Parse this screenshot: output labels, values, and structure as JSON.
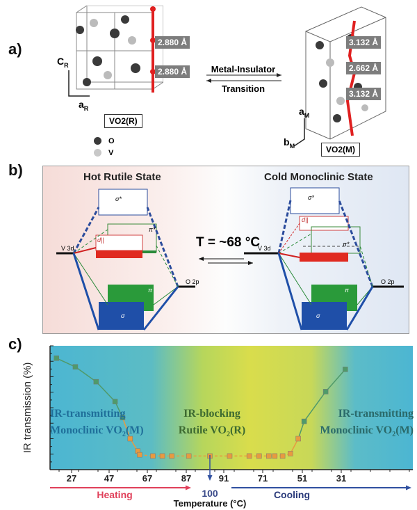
{
  "panel_a": {
    "label": "a)",
    "rutile": {
      "axis_c": "C",
      "axis_c_sub": "R",
      "axis_a": "a",
      "axis_a_sub": "R",
      "name": "VO2(R)",
      "distances": [
        "2.880 Å",
        "2.880 Å"
      ]
    },
    "transition": {
      "line1": "Metal-Insulator",
      "line2": "Transition"
    },
    "monoclinic": {
      "axis_a": "a",
      "axis_a_sub": "M",
      "axis_b": "b",
      "axis_b_sub": "M",
      "name": "VO2(M)",
      "distances": [
        "3.132 Å",
        "2.662 Å",
        "3.132 Å"
      ]
    },
    "legend": [
      {
        "label": "O",
        "color": "#3a3a3a"
      },
      {
        "label": "V",
        "color": "#c8c8c8"
      }
    ]
  },
  "panel_b": {
    "label": "b)",
    "hot_title": "Hot Rutile State",
    "cold_title": "Cold Monoclinic State",
    "transition": "T = ~68 °C",
    "orbitals": {
      "sigma_star": "σ*",
      "pi_star": "π*",
      "d_par": "d||",
      "pi": "π",
      "sigma": "σ",
      "v3d": "V 3d",
      "o2p": "O 2p"
    }
  },
  "panel_c": {
    "label": "c)",
    "annotations": {
      "left_1": "IR-transmitting",
      "left_2": "Monoclinic VO",
      "left_sub": "2",
      "left_3": "(M)",
      "mid_1": "IR-blocking",
      "mid_2": "Rutile VO",
      "mid_sub": "2",
      "mid_3": "(R)",
      "right_1": "IR-transmitting",
      "right_2": "Monoclinic VO",
      "right_sub": "2",
      "right_3": "(M)"
    },
    "heating_label": "Heating",
    "cooling_label": "Cooling",
    "peak_label": "100",
    "colors": {
      "heating": "#e0405a",
      "cooling": "#3050a0",
      "bg_cold": "#4cb6d2",
      "bg_hot": "#d9dd4c",
      "line_cold": "#4f9a6a",
      "line_hot": "#e89a40"
    }
  },
  "chart_data": {
    "type": "line",
    "xlabel": "Temperature (°C)",
    "ylabel": "IR transmission (%)",
    "x_tick_labels": [
      "27",
      "47",
      "67",
      "87",
      "91",
      "71",
      "51",
      "31"
    ],
    "y_ticks_labeled": false,
    "ylim": [
      0,
      100
    ],
    "grid": false,
    "series": [
      {
        "points": [
          {
            "phase": "heating",
            "t": 19,
            "y": 90
          },
          {
            "phase": "heating",
            "t": 29,
            "y": 83
          },
          {
            "phase": "heating",
            "t": 40,
            "y": 71
          },
          {
            "phase": "heating",
            "t": 50,
            "y": 55
          },
          {
            "phase": "heating",
            "t": 54,
            "y": 42
          },
          {
            "phase": "heating",
            "t": 58,
            "y": 25
          },
          {
            "phase": "heating",
            "t": 62,
            "y": 15
          },
          {
            "phase": "heating",
            "t": 63,
            "y": 12
          },
          {
            "phase": "heating",
            "t": 70,
            "y": 11
          },
          {
            "phase": "heating",
            "t": 75,
            "y": 11
          },
          {
            "phase": "heating",
            "t": 80,
            "y": 11
          },
          {
            "phase": "heating",
            "t": 89,
            "y": 11
          },
          {
            "phase": "peak",
            "t": 100,
            "y": 11
          },
          {
            "phase": "cooling",
            "t": 88,
            "y": 11
          },
          {
            "phase": "cooling",
            "t": 78,
            "y": 11
          },
          {
            "phase": "cooling",
            "t": 73,
            "y": 11
          },
          {
            "phase": "cooling",
            "t": 68,
            "y": 11
          },
          {
            "phase": "cooling",
            "t": 65,
            "y": 11
          },
          {
            "phase": "cooling",
            "t": 61,
            "y": 11
          },
          {
            "phase": "cooling",
            "t": 57,
            "y": 13
          },
          {
            "phase": "cooling",
            "t": 53,
            "y": 25
          },
          {
            "phase": "cooling",
            "t": 50,
            "y": 39
          },
          {
            "phase": "cooling",
            "t": 39,
            "y": 63
          },
          {
            "phase": "cooling",
            "t": 29,
            "y": 81
          }
        ]
      }
    ]
  }
}
